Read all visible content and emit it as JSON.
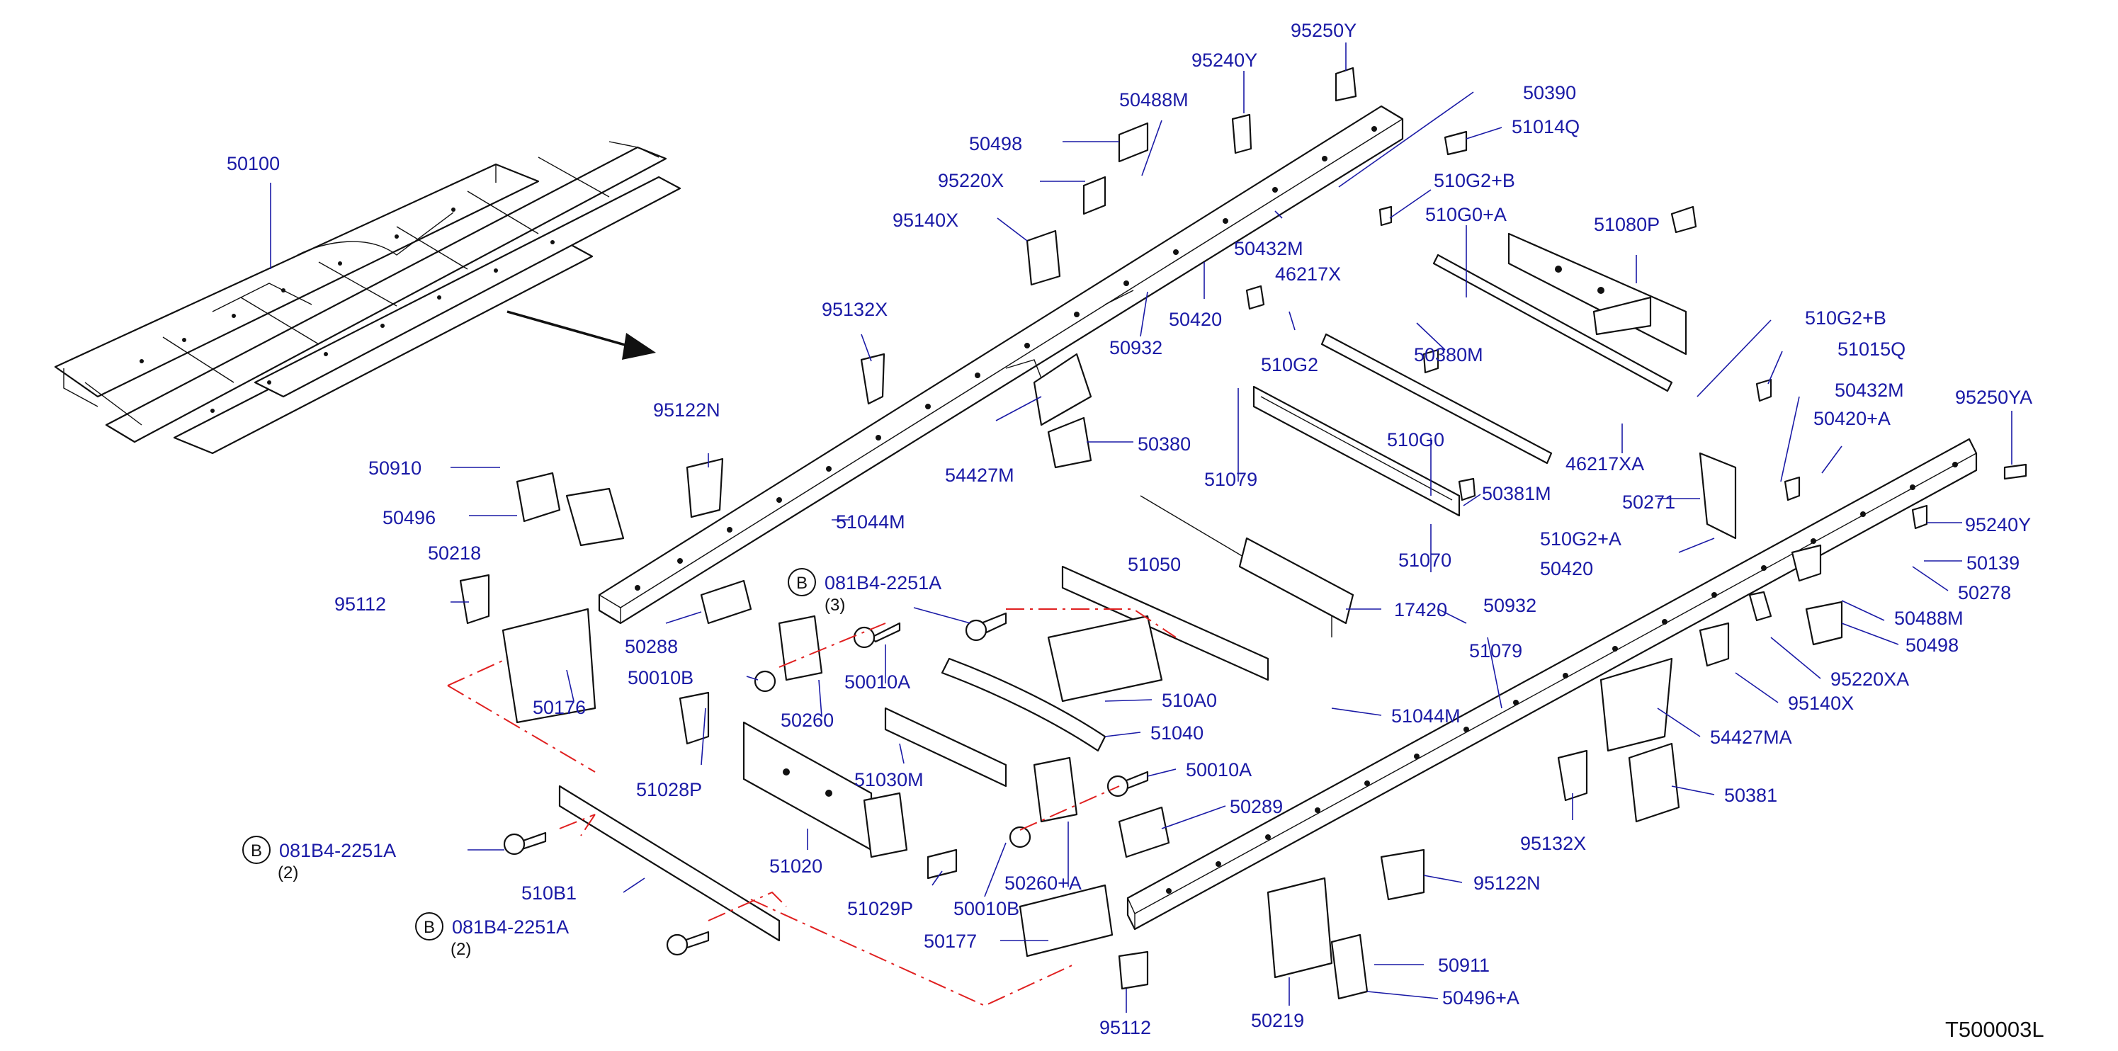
{
  "diagram": {
    "drawing_code": "T500003L",
    "labels": [
      {
        "id": "50100",
        "text": "50100"
      },
      {
        "id": "50498-a",
        "text": "50498"
      },
      {
        "id": "50488M-a",
        "text": "50488M"
      },
      {
        "id": "95240Y",
        "text": "95240Y"
      },
      {
        "id": "95250Y",
        "text": "95250Y"
      },
      {
        "id": "50390",
        "text": "50390"
      },
      {
        "id": "51014Q",
        "text": "51014Q"
      },
      {
        "id": "95220X",
        "text": "95220X"
      },
      {
        "id": "95140X-a",
        "text": "95140X"
      },
      {
        "id": "510G2+B-a",
        "text": "510G2+B"
      },
      {
        "id": "510G0+A",
        "text": "510G0+A"
      },
      {
        "id": "51080P",
        "text": "51080P"
      },
      {
        "id": "50432M-a",
        "text": "50432M"
      },
      {
        "id": "46217X",
        "text": "46217X"
      },
      {
        "id": "95132X-a",
        "text": "95132X"
      },
      {
        "id": "50420",
        "text": "50420"
      },
      {
        "id": "50932-a",
        "text": "50932"
      },
      {
        "id": "50380M",
        "text": "50380M"
      },
      {
        "id": "510G2",
        "text": "510G2"
      },
      {
        "id": "510G2+B-b",
        "text": "510G2+B"
      },
      {
        "id": "51015Q",
        "text": "51015Q"
      },
      {
        "id": "95122N-a",
        "text": "95122N"
      },
      {
        "id": "50910",
        "text": "50910"
      },
      {
        "id": "54427M",
        "text": "54427M"
      },
      {
        "id": "50380",
        "text": "50380"
      },
      {
        "id": "510G0",
        "text": "510G0"
      },
      {
        "id": "46217XA",
        "text": "46217XA"
      },
      {
        "id": "50432M-b",
        "text": "50432M"
      },
      {
        "id": "50420+A",
        "text": "50420+A"
      },
      {
        "id": "95250YA",
        "text": "95250YA"
      },
      {
        "id": "50496",
        "text": "50496"
      },
      {
        "id": "51079-a",
        "text": "51079"
      },
      {
        "id": "50381M",
        "text": "50381M"
      },
      {
        "id": "50271",
        "text": "50271"
      },
      {
        "id": "51044M-a",
        "text": "51044M"
      },
      {
        "id": "510G2+A",
        "text": "510G2+A"
      },
      {
        "id": "95240Y-b",
        "text": "95240Y"
      },
      {
        "id": "50218",
        "text": "50218"
      },
      {
        "id": "51070",
        "text": "51070"
      },
      {
        "id": "50420-b",
        "text": "50420"
      },
      {
        "id": "50139",
        "text": "50139"
      },
      {
        "id": "95112-a",
        "text": "95112"
      },
      {
        "id": "081B4-2251A-a",
        "text": "081B4-2251A",
        "qty": "(3)"
      },
      {
        "id": "51050",
        "text": "51050"
      },
      {
        "id": "17420",
        "text": "17420"
      },
      {
        "id": "50932-b",
        "text": "50932"
      },
      {
        "id": "50278",
        "text": "50278"
      },
      {
        "id": "50288",
        "text": "50288"
      },
      {
        "id": "50010B-a",
        "text": "50010B"
      },
      {
        "id": "50010A-a",
        "text": "50010A"
      },
      {
        "id": "51079-b",
        "text": "51079"
      },
      {
        "id": "50488M-b",
        "text": "50488M"
      },
      {
        "id": "50498-b",
        "text": "50498"
      },
      {
        "id": "50176",
        "text": "50176"
      },
      {
        "id": "50260",
        "text": "50260"
      },
      {
        "id": "510A0",
        "text": "510A0"
      },
      {
        "id": "95220XA",
        "text": "95220XA"
      },
      {
        "id": "95140X-b",
        "text": "95140X"
      },
      {
        "id": "51040",
        "text": "51040"
      },
      {
        "id": "51044M-b",
        "text": "51044M"
      },
      {
        "id": "54427MA",
        "text": "54427MA"
      },
      {
        "id": "51028P",
        "text": "51028P"
      },
      {
        "id": "51030M",
        "text": "51030M"
      },
      {
        "id": "50010A-b",
        "text": "50010A"
      },
      {
        "id": "50381",
        "text": "50381"
      },
      {
        "id": "50289",
        "text": "50289"
      },
      {
        "id": "95132X-b",
        "text": "95132X"
      },
      {
        "id": "081B4-2251A-b",
        "text": "081B4-2251A",
        "qty": "(2)"
      },
      {
        "id": "51020",
        "text": "51020"
      },
      {
        "id": "95122N-b",
        "text": "95122N"
      },
      {
        "id": "510B1",
        "text": "510B1"
      },
      {
        "id": "51029P",
        "text": "51029P"
      },
      {
        "id": "50010B-b",
        "text": "50010B"
      },
      {
        "id": "50260+A",
        "text": "50260+A"
      },
      {
        "id": "081B4-2251A-c",
        "text": "081B4-2251A",
        "qty": "(2)"
      },
      {
        "id": "50177",
        "text": "50177"
      },
      {
        "id": "50911",
        "text": "50911"
      },
      {
        "id": "50496+A",
        "text": "50496+A"
      },
      {
        "id": "95112-b",
        "text": "95112"
      },
      {
        "id": "50219",
        "text": "50219"
      }
    ],
    "bolt_marker": "B"
  }
}
